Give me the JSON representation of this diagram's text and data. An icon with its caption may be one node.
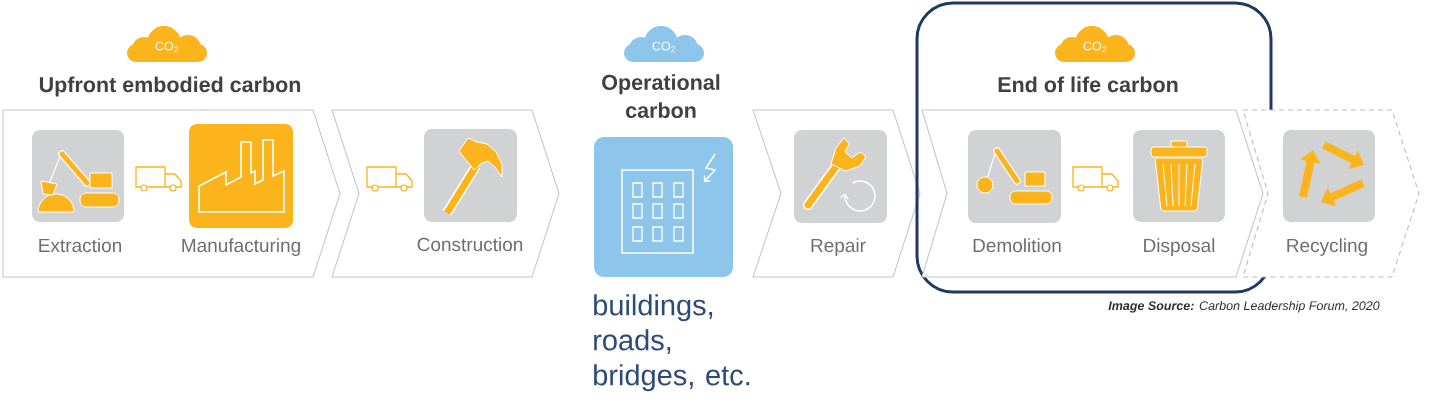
{
  "diagram": {
    "nodes": [
      {
        "text": [
          "CO$_{2}$"
        ]
      },
      {
        "text": [
          "Upfront embodied carbon"
        ]
      },
      {
        "text": [
          "Extraction"
        ],
        "in": 1
      },
      {
        "text": [
          "Manufacturing"
        ],
        "in": 1
      },
      {
        "text": [],
        "shape": "chevron"
      },
      {
        "text": [
          "Construction"
        ],
        "in": 4
      },
      {
        "text": [
          "CO$_{2}$"
        ]
      },
      {
        "text": [
          "Operational carbon"
        ],
        "beside": [
          "buildings, roads, bridges, etc."
        ]
      },
      {
        "text": [],
        "shape": "chevron"
      },
      {
        "text": [
          "Repair"
        ],
        "in": 8
      },
      {
        "text": [
          "End of life carbon"
        ]
      },
      {
        "text": [
          "CO$_{2}$"
        ],
        "in": 10
      },
      {
        "text": [],
        "shape": "chevron",
        "in": 10
      },
      {
        "text": [
          "Demolition"
        ],
        "in": 12
      },
      {
        "text": [
          "Disposal"
        ],
        "in": 12
      },
      {
        "text": [],
        "shape": "chevron"
      },
      {
        "text": [
          "Recycling"
        ],
        "in": 15
      }
    ],
    "labels": [
      "**Image Source:** Carbon Leadership Forum, 2020"
    ]
  }
}
